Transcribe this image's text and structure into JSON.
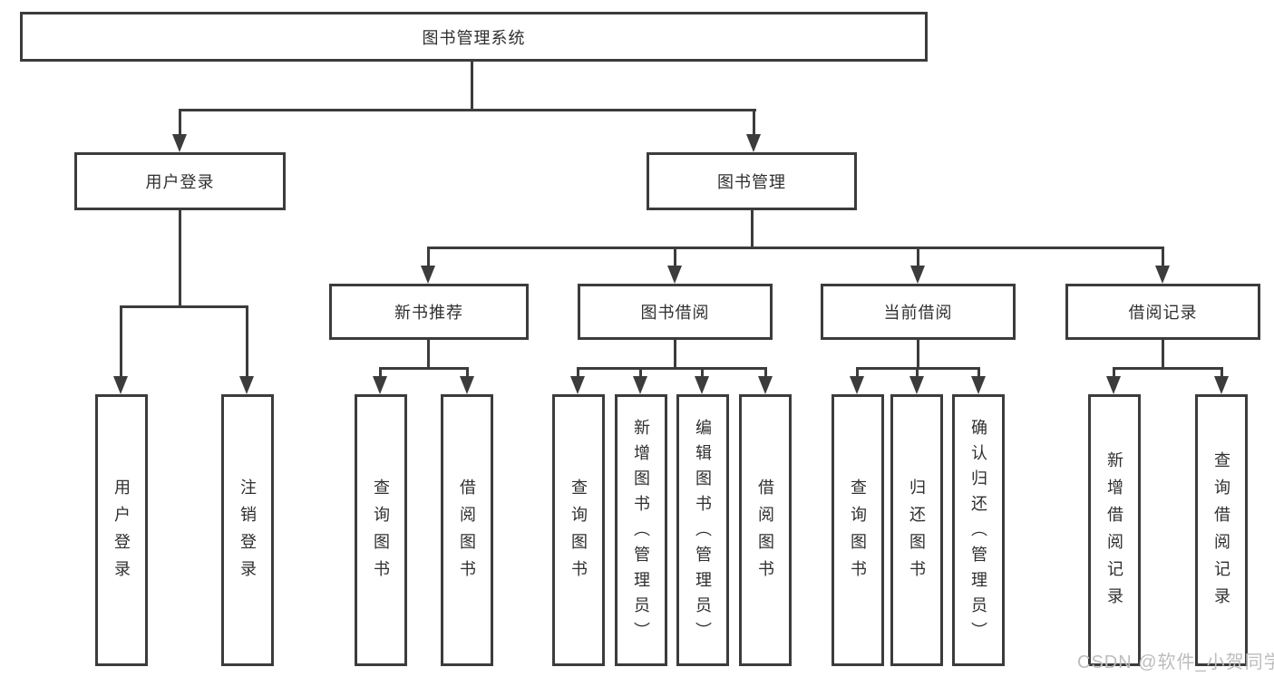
{
  "title_box": {
    "label": "图书管理系统"
  },
  "branches": [
    {
      "label": "用户登录",
      "children": [
        {
          "label": "用户登录"
        },
        {
          "label": "注销登录"
        }
      ]
    },
    {
      "label": "图书管理",
      "sections": [
        {
          "label": "新书推荐",
          "children": [
            {
              "label": "查询图书"
            },
            {
              "label": "借阅图书"
            }
          ]
        },
        {
          "label": "图书借阅",
          "children": [
            {
              "label": "查询图书"
            },
            {
              "label": "新增图书（管理员）"
            },
            {
              "label": "编辑图书（管理员）"
            },
            {
              "label": "借阅图书"
            }
          ]
        },
        {
          "label": "当前借阅",
          "children": [
            {
              "label": "查询图书"
            },
            {
              "label": "归还图书"
            },
            {
              "label": "确认归还（管理员）"
            }
          ]
        },
        {
          "label": "借阅记录",
          "children": [
            {
              "label": "新增借阅记录"
            },
            {
              "label": "查询借阅记录"
            }
          ]
        }
      ]
    }
  ],
  "watermark": "CSDN @软件_小贺同学",
  "colors": {
    "line": "#3c3c3c",
    "text": "#2f2f2f",
    "background": "#ffffff",
    "watermark": "#bdbdbd"
  }
}
